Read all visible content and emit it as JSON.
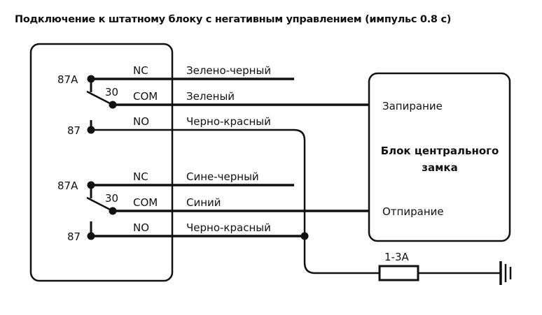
{
  "title": "Подключение к штатному блоку с негативным управлением (импульс 0.8 с)",
  "relays": [
    {
      "pins": {
        "nc_pin": "87A",
        "com_pin": "30",
        "no_pin": "87"
      },
      "contacts": {
        "nc": "NC",
        "com": "COM",
        "no": "NO"
      },
      "wires": {
        "nc": "Зелено-черный",
        "com": "Зеленый",
        "no": "Черно-красный"
      }
    },
    {
      "pins": {
        "nc_pin": "87A",
        "com_pin": "30",
        "no_pin": "87"
      },
      "contacts": {
        "nc": "NC",
        "com": "COM",
        "no": "NO"
      },
      "wires": {
        "nc": "Сине-черный",
        "com": "Синий",
        "no": "Черно-красный"
      }
    }
  ],
  "lock_unit": {
    "title_line1": "Блок центрального",
    "title_line2": "замка",
    "lock_input": "Запирание",
    "unlock_input": "Отпирание"
  },
  "fuse": {
    "label": "1-3A"
  }
}
